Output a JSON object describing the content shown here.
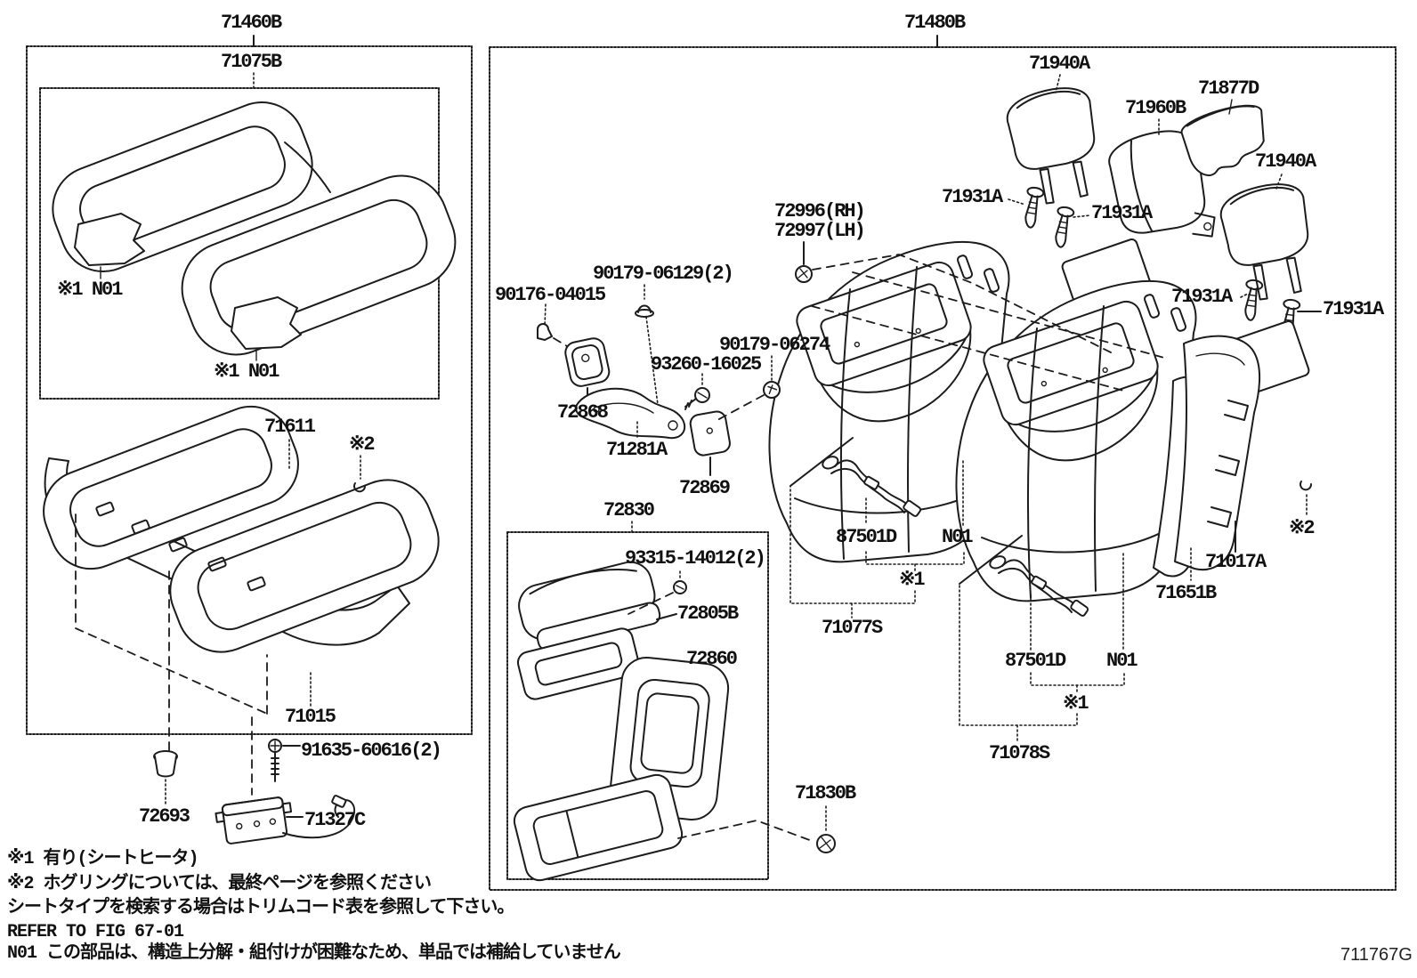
{
  "labels": {
    "box_left_assy": "71460B",
    "box_left_cover": "71075B",
    "note_n01_left_a": "※1 N01",
    "note_n01_left_b": "※1 N01",
    "cushion_pad": "71611",
    "note2_left": "※2",
    "cushion_frame": "71015",
    "bolt_91635": "91635-60616(2)",
    "clip_72693": "72693",
    "heater_ctrl_71327c": "71327C",
    "box_right_assy": "71480B",
    "headrest_left": "71940A",
    "headrest_cover": "71877D",
    "headrest_center": "71960B",
    "headrest_right": "71940A",
    "guide_1": "71931A",
    "guide_2": "71931A",
    "guide_3": "71931A",
    "guide_4": "71931A",
    "clip_rh": "72996(RH)",
    "clip_lh": "72997(LH)",
    "screw_90179_06129": "90179-06129(2)",
    "clip_90176_04015": "90176-04015",
    "nut_90179_06274": "90179-06274",
    "screw_93260_16025": "93260-16025",
    "pad_72868": "72868",
    "bracket_71281a": "71281A",
    "pad_72869": "72869",
    "armrest_assy": "72830",
    "screw_93315": "93315-14012(2)",
    "armrest_lid": "72805B",
    "tray_72860": "72860",
    "clip_71830b": "71830B",
    "heater_1": "87501D",
    "n01_1": "N01",
    "note1_1": "※1",
    "cover_71077s": "71077S",
    "heater_2": "87501D",
    "n01_2": "N01",
    "note1_2": "※1",
    "cover_71078s": "71078S",
    "side_pad_71651b": "71651B",
    "side_frame_71017a": "71017A",
    "note2_right": "※2"
  },
  "notes": {
    "line1": "※1 有り(シートヒータ)",
    "line2": "※2  ホグリングについては、最終ページを参照ください",
    "line3": "シートタイプを検索する場合はトリムコード表を参照して下さい。",
    "line4": "REFER TO FIG 67-01",
    "line5": "N01 この部品は、構造上分解・組付けが困難なため、単品では補給していません"
  },
  "footer": {
    "code": "711767G"
  }
}
